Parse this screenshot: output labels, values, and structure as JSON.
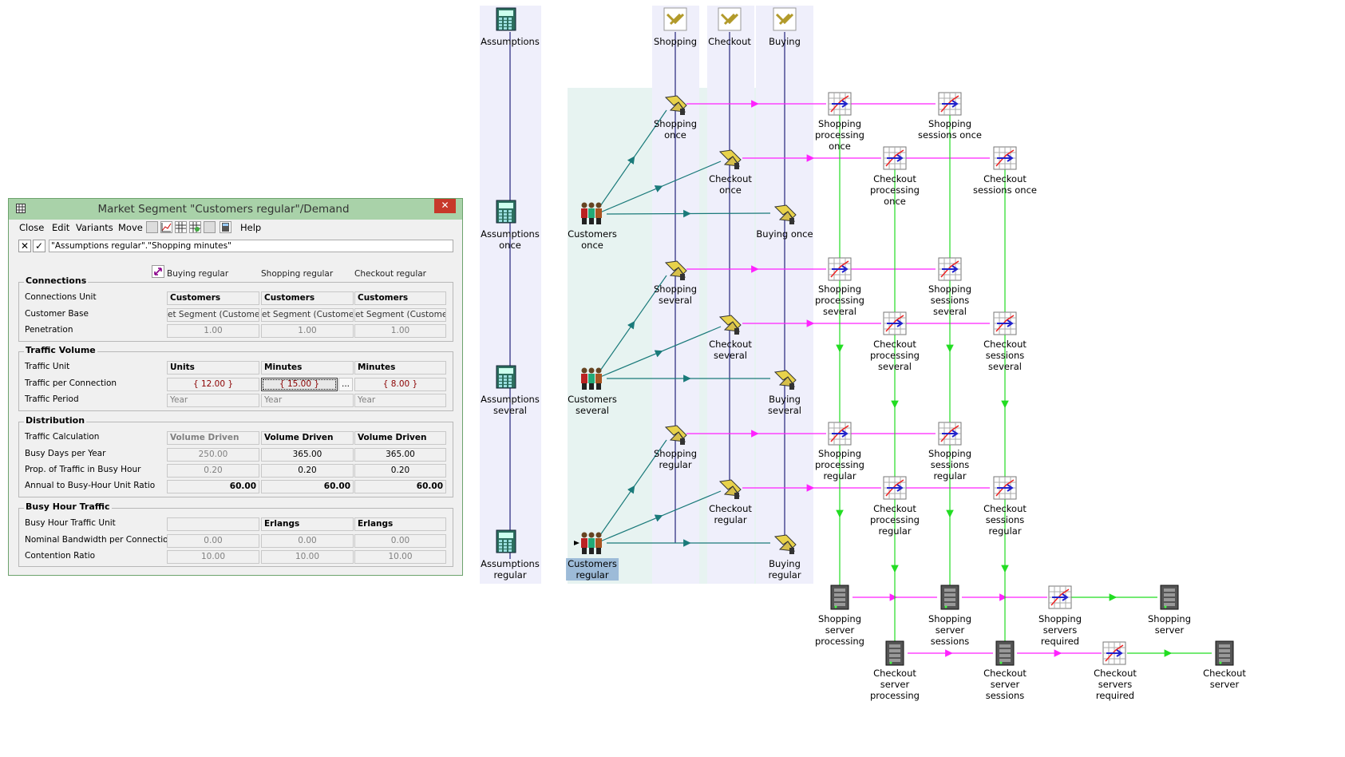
{
  "dialog": {
    "title": "Market Segment \"Customers regular\"/Demand",
    "close_glyph": "✕",
    "menu": [
      "Close",
      "Edit",
      "Variants",
      "Move",
      "Help"
    ],
    "formula": "\"Assumptions regular\".\"Shopping minutes\"",
    "columns": [
      "Buying regular",
      "Shopping regular",
      "Checkout regular"
    ],
    "groups": {
      "connections": "Connections",
      "traffic_volume": "Traffic Volume",
      "distribution": "Distribution",
      "busy_hour": "Busy Hour Traffic"
    },
    "rows": {
      "connections_unit": {
        "label": "Connections Unit",
        "values": [
          "Customers",
          "Customers",
          "Customers"
        ]
      },
      "customer_base": {
        "label": "Customer Base",
        "values": [
          "et Segment (Customers re",
          "et Segment (Customers re",
          "et Segment (Customers re"
        ]
      },
      "penetration": {
        "label": "Penetration",
        "values": [
          "1.00",
          "1.00",
          "1.00"
        ]
      },
      "traffic_unit": {
        "label": "Traffic Unit",
        "values": [
          "Units",
          "Minutes",
          "Minutes"
        ]
      },
      "traffic_per_connection": {
        "label": "Traffic per Connection",
        "values": [
          "{ 12.00 }",
          "{ 15.00 }",
          "{ 8.00 }"
        ],
        "ellipsis": "..."
      },
      "traffic_period": {
        "label": "Traffic Period",
        "values": [
          "Year",
          "Year",
          "Year"
        ]
      },
      "traffic_calculation": {
        "label": "Traffic Calculation",
        "values": [
          "Volume Driven",
          "Volume Driven",
          "Volume Driven"
        ]
      },
      "busy_days": {
        "label": "Busy Days per Year",
        "values": [
          "250.00",
          "365.00",
          "365.00"
        ]
      },
      "prop_busy_hour": {
        "label": "Prop. of Traffic in Busy Hour",
        "values": [
          "0.20",
          "0.20",
          "0.20"
        ]
      },
      "annual_ratio": {
        "label": "Annual to Busy-Hour Unit Ratio",
        "values": [
          "60.00",
          "60.00",
          "60.00"
        ]
      },
      "busy_hour_unit": {
        "label": "Busy Hour Traffic Unit",
        "values": [
          "",
          "Erlangs",
          "Erlangs"
        ]
      },
      "nominal_bandwidth": {
        "label": "Nominal Bandwidth per Connection",
        "values": [
          "0.00",
          "0.00",
          "0.00"
        ]
      },
      "contention_ratio": {
        "label": "Contention Ratio",
        "values": [
          "10.00",
          "10.00",
          "10.00"
        ]
      }
    }
  },
  "diagram": {
    "colors": {
      "panel": "#efeffb",
      "teal_panel": "#e7f3f1",
      "navy": "#24247a",
      "magenta": "#ff22ff",
      "green": "#22dd22",
      "teal": "#1a7a7a"
    },
    "labels": {
      "assumptions": [
        "Assumptions"
      ],
      "assumptions_once": [
        "Assumptions",
        "once"
      ],
      "assumptions_several": [
        "Assumptions",
        "several"
      ],
      "assumptions_regular": [
        "Assumptions",
        "regular"
      ],
      "shopping": [
        "Shopping"
      ],
      "checkout": [
        "Checkout"
      ],
      "buying": [
        "Buying"
      ],
      "shopping_once": [
        "Shopping",
        "once"
      ],
      "checkout_once": [
        "Checkout",
        "once"
      ],
      "buying_once": [
        "Buying once"
      ],
      "customers_once": [
        "Customers",
        "once"
      ],
      "shopping_several": [
        "Shopping",
        "several"
      ],
      "checkout_several": [
        "Checkout",
        "several"
      ],
      "buying_several": [
        "Buying",
        "several"
      ],
      "customers_several": [
        "Customers",
        "several"
      ],
      "shopping_regular": [
        "Shopping",
        "regular"
      ],
      "checkout_regular": [
        "Checkout",
        "regular"
      ],
      "buying_regular": [
        "Buying",
        "regular"
      ],
      "customers_regular": [
        "Customers",
        "regular"
      ],
      "shop_proc_once": [
        "Shopping",
        "processing",
        "once"
      ],
      "shop_sess_once": [
        "Shopping",
        "sessions once"
      ],
      "chk_proc_once": [
        "Checkout",
        "processing",
        "once"
      ],
      "chk_sess_once": [
        "Checkout",
        "sessions once"
      ],
      "shop_proc_several": [
        "Shopping",
        "processing",
        "several"
      ],
      "shop_sess_several": [
        "Shopping",
        "sessions",
        "several"
      ],
      "chk_proc_several": [
        "Checkout",
        "processing",
        "several"
      ],
      "chk_sess_several": [
        "Checkout",
        "sessions",
        "several"
      ],
      "shop_proc_regular": [
        "Shopping",
        "processing",
        "regular"
      ],
      "shop_sess_regular": [
        "Shopping",
        "sessions",
        "regular"
      ],
      "chk_proc_regular": [
        "Checkout",
        "processing",
        "regular"
      ],
      "chk_sess_regular": [
        "Checkout",
        "sessions",
        "regular"
      ],
      "shop_srv_proc": [
        "Shopping",
        "server",
        "processing"
      ],
      "shop_srv_sess": [
        "Shopping",
        "server",
        "sessions"
      ],
      "shop_srv_req": [
        "Shopping",
        "servers",
        "required"
      ],
      "shop_srv": [
        "Shopping",
        "server"
      ],
      "chk_srv_proc": [
        "Checkout",
        "server",
        "processing"
      ],
      "chk_srv_sess": [
        "Checkout",
        "server",
        "sessions"
      ],
      "chk_srv_req": [
        "Checkout",
        "servers",
        "required"
      ],
      "chk_srv": [
        "Checkout",
        "server"
      ]
    }
  }
}
